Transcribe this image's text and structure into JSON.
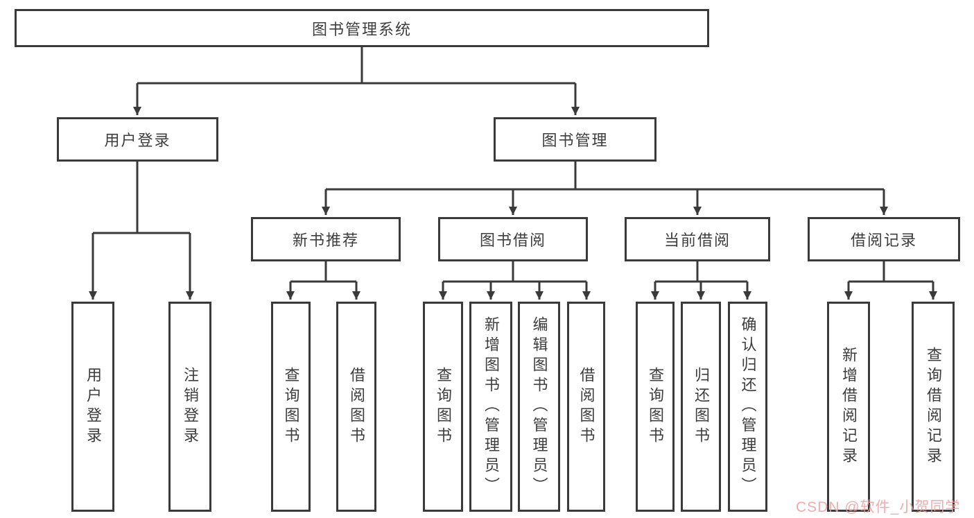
{
  "diagram": {
    "root": "图书管理系统",
    "user_branch": {
      "label": "用户登录",
      "children": [
        "用户登录",
        "注销登录"
      ]
    },
    "mgmt_branch": {
      "label": "图书管理",
      "sections": [
        {
          "label": "新书推荐",
          "children": [
            "查询图书",
            "借阅图书"
          ]
        },
        {
          "label": "图书借阅",
          "children": [
            "查询图书",
            "新增图书（管理员）",
            "编辑图书（管理员）",
            "借阅图书"
          ]
        },
        {
          "label": "当前借阅",
          "children": [
            "查询图书",
            "归还图书",
            "确认归还（管理员）"
          ]
        },
        {
          "label": "借阅记录",
          "children": [
            "新增借阅记录",
            "查询借阅记录"
          ]
        }
      ]
    }
  },
  "watermark": {
    "text": "CSDN @软件_小贺同学"
  },
  "colors": {
    "line": "#3a3a3a",
    "text": "#3d3d3d",
    "background": "#ffffff",
    "watermark": "#ef9d9d"
  }
}
